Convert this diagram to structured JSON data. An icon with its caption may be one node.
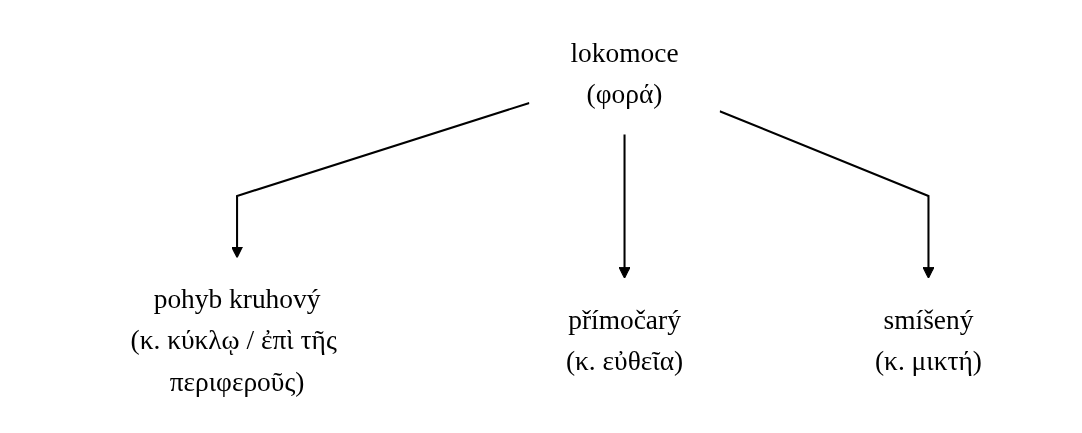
{
  "diagram": {
    "nodes": [
      {
        "text": [
          "lokomoce",
          "(φορά)"
        ]
      },
      {
        "text": [
          "pohyb kruhový",
          "(κ. κύκλῳ / ἐπὶ τῆς περιφεροῦς)"
        ]
      },
      {
        "text": [
          "přímočarý",
          "(κ. εὐθεῖα)"
        ]
      },
      {
        "text": [
          "smíšený",
          "(κ. μικτή)"
        ]
      }
    ],
    "edges": [
      {
        "from": 0,
        "to": 1,
        "arrow": "to"
      },
      {
        "from": 0,
        "to": 2,
        "arrow": "to"
      },
      {
        "from": 0,
        "to": 3,
        "arrow": "to"
      }
    ]
  }
}
